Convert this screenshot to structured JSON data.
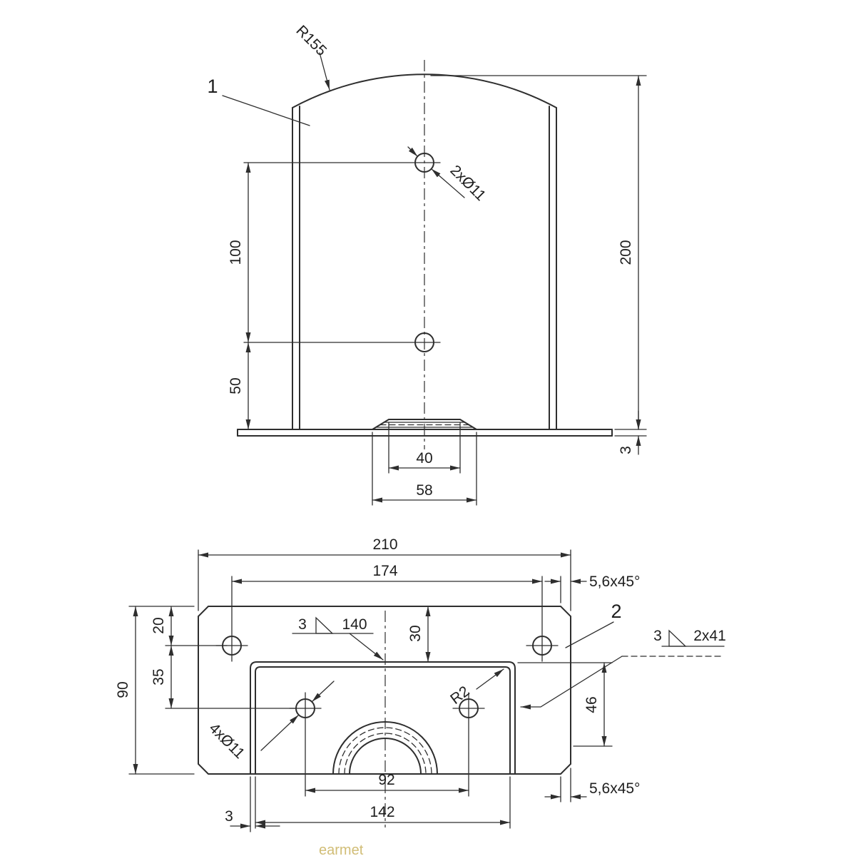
{
  "watermark": "earmet",
  "front_view": {
    "part_label": "1",
    "radius_callout": "R155",
    "hole_callout": "2xØ11",
    "dim_height_upper": "100",
    "dim_height_lower": "50",
    "dim_total_height": "200",
    "dim_base_thickness": "3",
    "dim_tab_inner": "40",
    "dim_tab_outer": "58"
  },
  "plan_view": {
    "part_label": "2",
    "dim_width_total": "210",
    "dim_hole_span": "174",
    "chamfer_top": "5,6x45°",
    "chamfer_bottom": "5,6x45°",
    "dim_depth_total": "90",
    "dim_edge_to_hole": "20",
    "dim_hole_rows": "35",
    "dim_edge_to_channel": "30",
    "dim_flange": "46",
    "hole_callout": "4xØ11",
    "radius_callout": "R2",
    "weld_left_size": "3",
    "weld_left_length": "140",
    "weld_right_size": "3",
    "weld_right_length": "2x41",
    "dim_hole_span_inner": "92",
    "dim_channel_width": "142",
    "dim_wall_thickness": "3"
  }
}
